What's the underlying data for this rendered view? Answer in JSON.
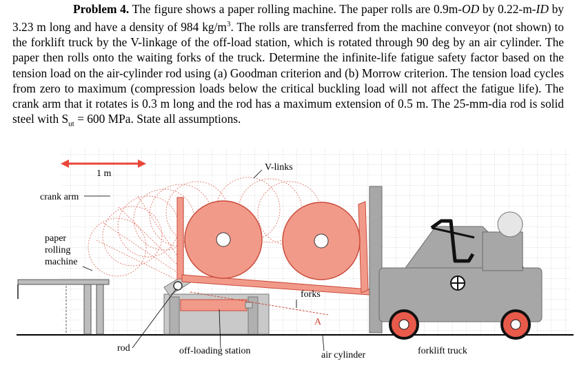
{
  "problem": {
    "label": "Problem 4.",
    "text1": " The figure shows a paper rolling machine. The paper rolls are 0.9m-",
    "od": "OD",
    "text2": " by 0.22-m-",
    "id_abbr": "ID",
    "text3": " by 3.23 m long and have a density of 984 kg/m",
    "density_exp": "3",
    "text4": ". The rolls are transferred from the machine conveyor (not shown) to the forklift truck by the V-linkage of the off-load station, which is rotated through 90 deg by an air cylinder.  The paper then rolls onto the waiting forks of the truck. Determine the infinite-life fatigue safety factor based on the tension load on the air-cylinder rod using (a) Goodman criterion and (b) Morrow criterion.  The tension load cycles from zero to maximum (compression loads below the critical buckling load will not affect the fatigue life).  The crank arm that it rotates is 0.3 m long and the rod has a maximum extension of 0.5 m. The 25-mm-dia rod is solid steel with S",
    "sut_sub": "ut",
    "text5": " = 600 MPa.  State all assumptions."
  },
  "figure": {
    "scale_label": "1 m",
    "labels": {
      "v_links": "V-links",
      "crank_arm": "crank arm",
      "paper_rolling_1": "paper",
      "paper_rolling_2": "rolling",
      "paper_rolling_3": "machine",
      "forks": "forks",
      "point_a": "A",
      "rod": "rod",
      "off_loading_station": "off-loading station",
      "air_cylinder": "air cylinder",
      "forklift_truck": "forklift truck"
    },
    "colors": {
      "roll_fill": "#f29a8a",
      "roll_stroke": "#c94a3a",
      "ghost_stroke": "#e07a6a",
      "truck_gray": "#a7a7a7",
      "wheel_red": "#e85a4a",
      "scale_red": "#e8473a",
      "grid": "#c4c4c4"
    }
  }
}
